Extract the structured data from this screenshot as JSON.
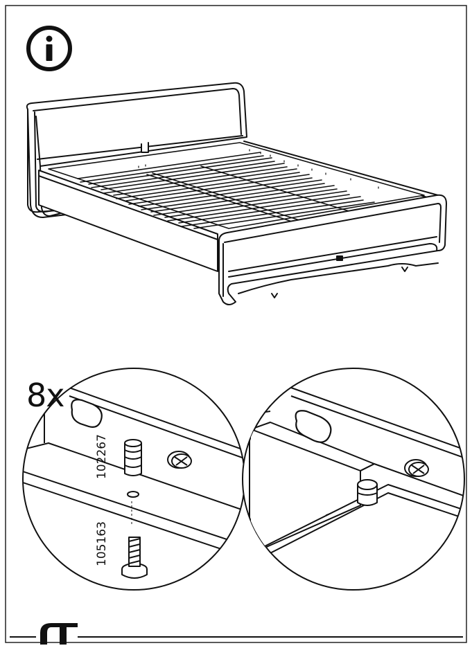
{
  "page": {
    "info_icon_name": "info-icon",
    "bottom_logo_icon_name": "brand-mark-icon"
  },
  "detail": {
    "quantity": "8x",
    "parts": [
      {
        "number": "102267"
      },
      {
        "number": "105163"
      }
    ]
  },
  "colors": {
    "ink": "#111111",
    "paper": "#ffffff"
  }
}
